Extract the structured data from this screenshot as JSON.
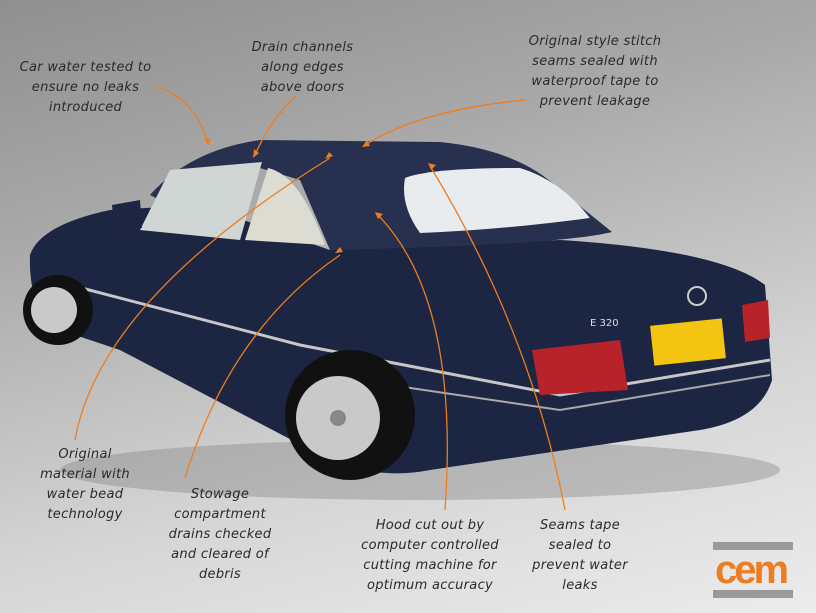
{
  "callouts": {
    "water_tested": "Car water tested to\nensure no leaks\nintroduced",
    "drain_channels": "Drain channels\nalong edges\nabove doors",
    "stitch_seams": "Original style stitch\nseams sealed with\nwaterproof tape to\nprevent leakage",
    "original_material": "Original\nmaterial with\nwater bead\ntechnology",
    "stowage_drains": "Stowage\ncompartment\ndrains  checked\nand cleared of\ndebris",
    "hood_cut": "Hood cut out by\ncomputer controlled\ncutting machine for\noptimum accuracy",
    "seams_tape": "Seams tape\nsealed to\nprevent water\nleaks"
  },
  "car": {
    "badge": "E 320"
  },
  "logo": {
    "text": "cem"
  },
  "colors": {
    "accent": "#ee7d1f",
    "car_body": "#1c2542",
    "hood": "#27304f"
  }
}
